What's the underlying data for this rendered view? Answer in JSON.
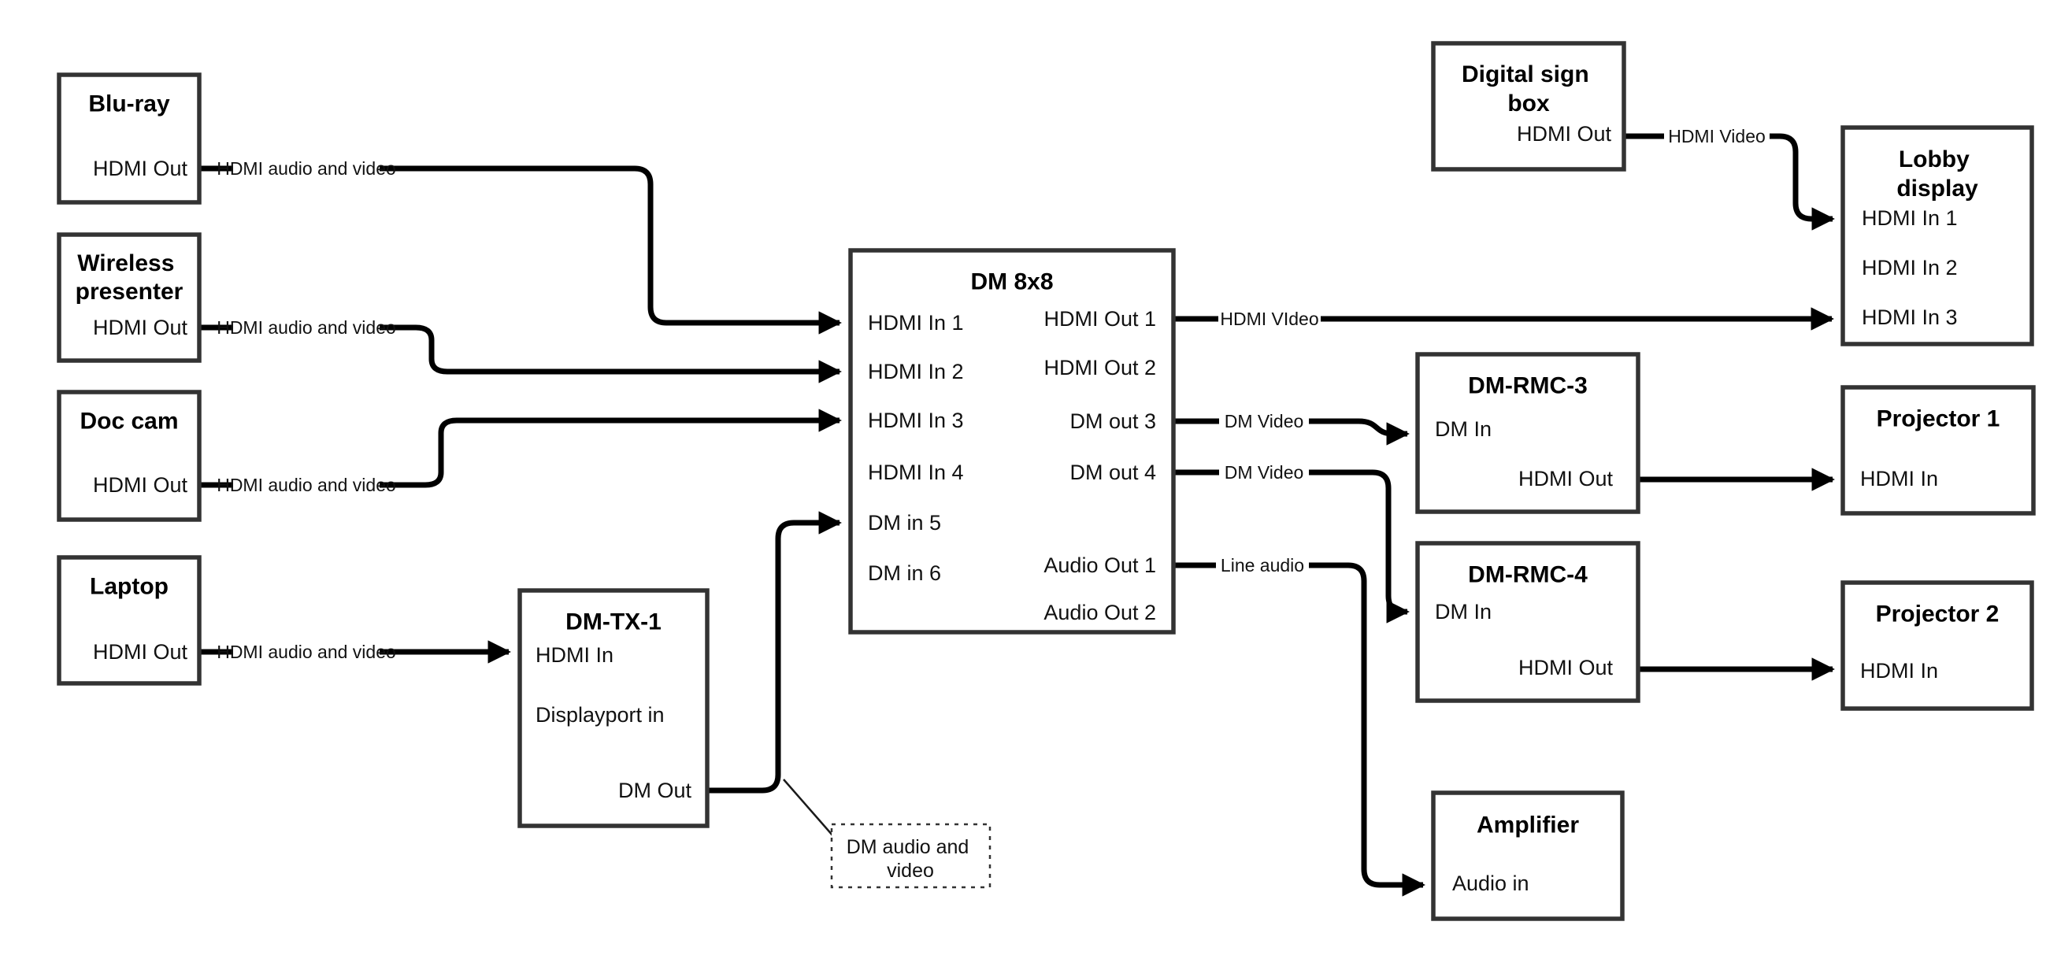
{
  "nodes": {
    "bluray": {
      "title": "Blu-ray",
      "port_hdmi_out": "HDMI Out"
    },
    "wireless_presenter": {
      "title_lines": [
        "Wireless",
        "presenter"
      ],
      "port_hdmi_out": "HDMI Out"
    },
    "doc_cam": {
      "title": "Doc cam",
      "port_hdmi_out": "HDMI Out"
    },
    "laptop": {
      "title": "Laptop",
      "port_hdmi_out": "HDMI Out"
    },
    "dm_tx_1": {
      "title": "DM-TX-1",
      "port_hdmi_in": "HDMI In",
      "port_displayport_in": "Displayport in",
      "port_dm_out": "DM Out"
    },
    "dm_8x8": {
      "title": "DM 8x8",
      "ports_left": [
        "HDMI In 1",
        "HDMI In 2",
        "HDMI In 3",
        "HDMI In 4",
        "DM in 5",
        "DM in 6"
      ],
      "ports_right": [
        "HDMI Out 1",
        "HDMI Out 2",
        "DM out 3",
        "DM out 4",
        "Audio Out 1",
        "Audio Out 2"
      ]
    },
    "digital_sign_box": {
      "title_lines": [
        "Digital sign",
        "box"
      ],
      "port_hdmi_out": "HDMI Out"
    },
    "lobby_display": {
      "title_lines": [
        "Lobby",
        "display"
      ],
      "ports": [
        "HDMI In 1",
        "HDMI In 2",
        "HDMI In 3"
      ]
    },
    "dm_rmc_3": {
      "title": "DM-RMC-3",
      "port_dm_in": "DM In",
      "port_hdmi_out": "HDMI Out"
    },
    "dm_rmc_4": {
      "title": "DM-RMC-4",
      "port_dm_in": "DM In",
      "port_hdmi_out": "HDMI Out"
    },
    "projector_1": {
      "title": "Projector 1",
      "port_hdmi_in": "HDMI In"
    },
    "projector_2": {
      "title": "Projector 2",
      "port_hdmi_in": "HDMI In"
    },
    "amplifier": {
      "title": "Amplifier",
      "port_audio_in": "Audio in"
    }
  },
  "wire_labels": {
    "bluray_to_dm8x8": "HDMI audio and video",
    "wireless_to_dm8x8": "HDMI audio and video",
    "doc_cam_to_dm8x8": "HDMI audio and video",
    "laptop_to_dm_tx_1": "HDMI audio and video",
    "dm8x8_out1_to_lobby": "HDMI VIdeo",
    "dm8x8_out3_to_rmc3": "DM Video",
    "dm8x8_out4_to_rmc4": "DM Video",
    "dm8x8_audio1_to_amp": "Line audio",
    "sign_to_lobby": "HDMI Video"
  },
  "note": {
    "lines": [
      "DM audio and",
      "video"
    ]
  },
  "colors": {
    "wire": "#000000",
    "box_border": "#333333",
    "text": "#111111",
    "background": "#ffffff"
  }
}
